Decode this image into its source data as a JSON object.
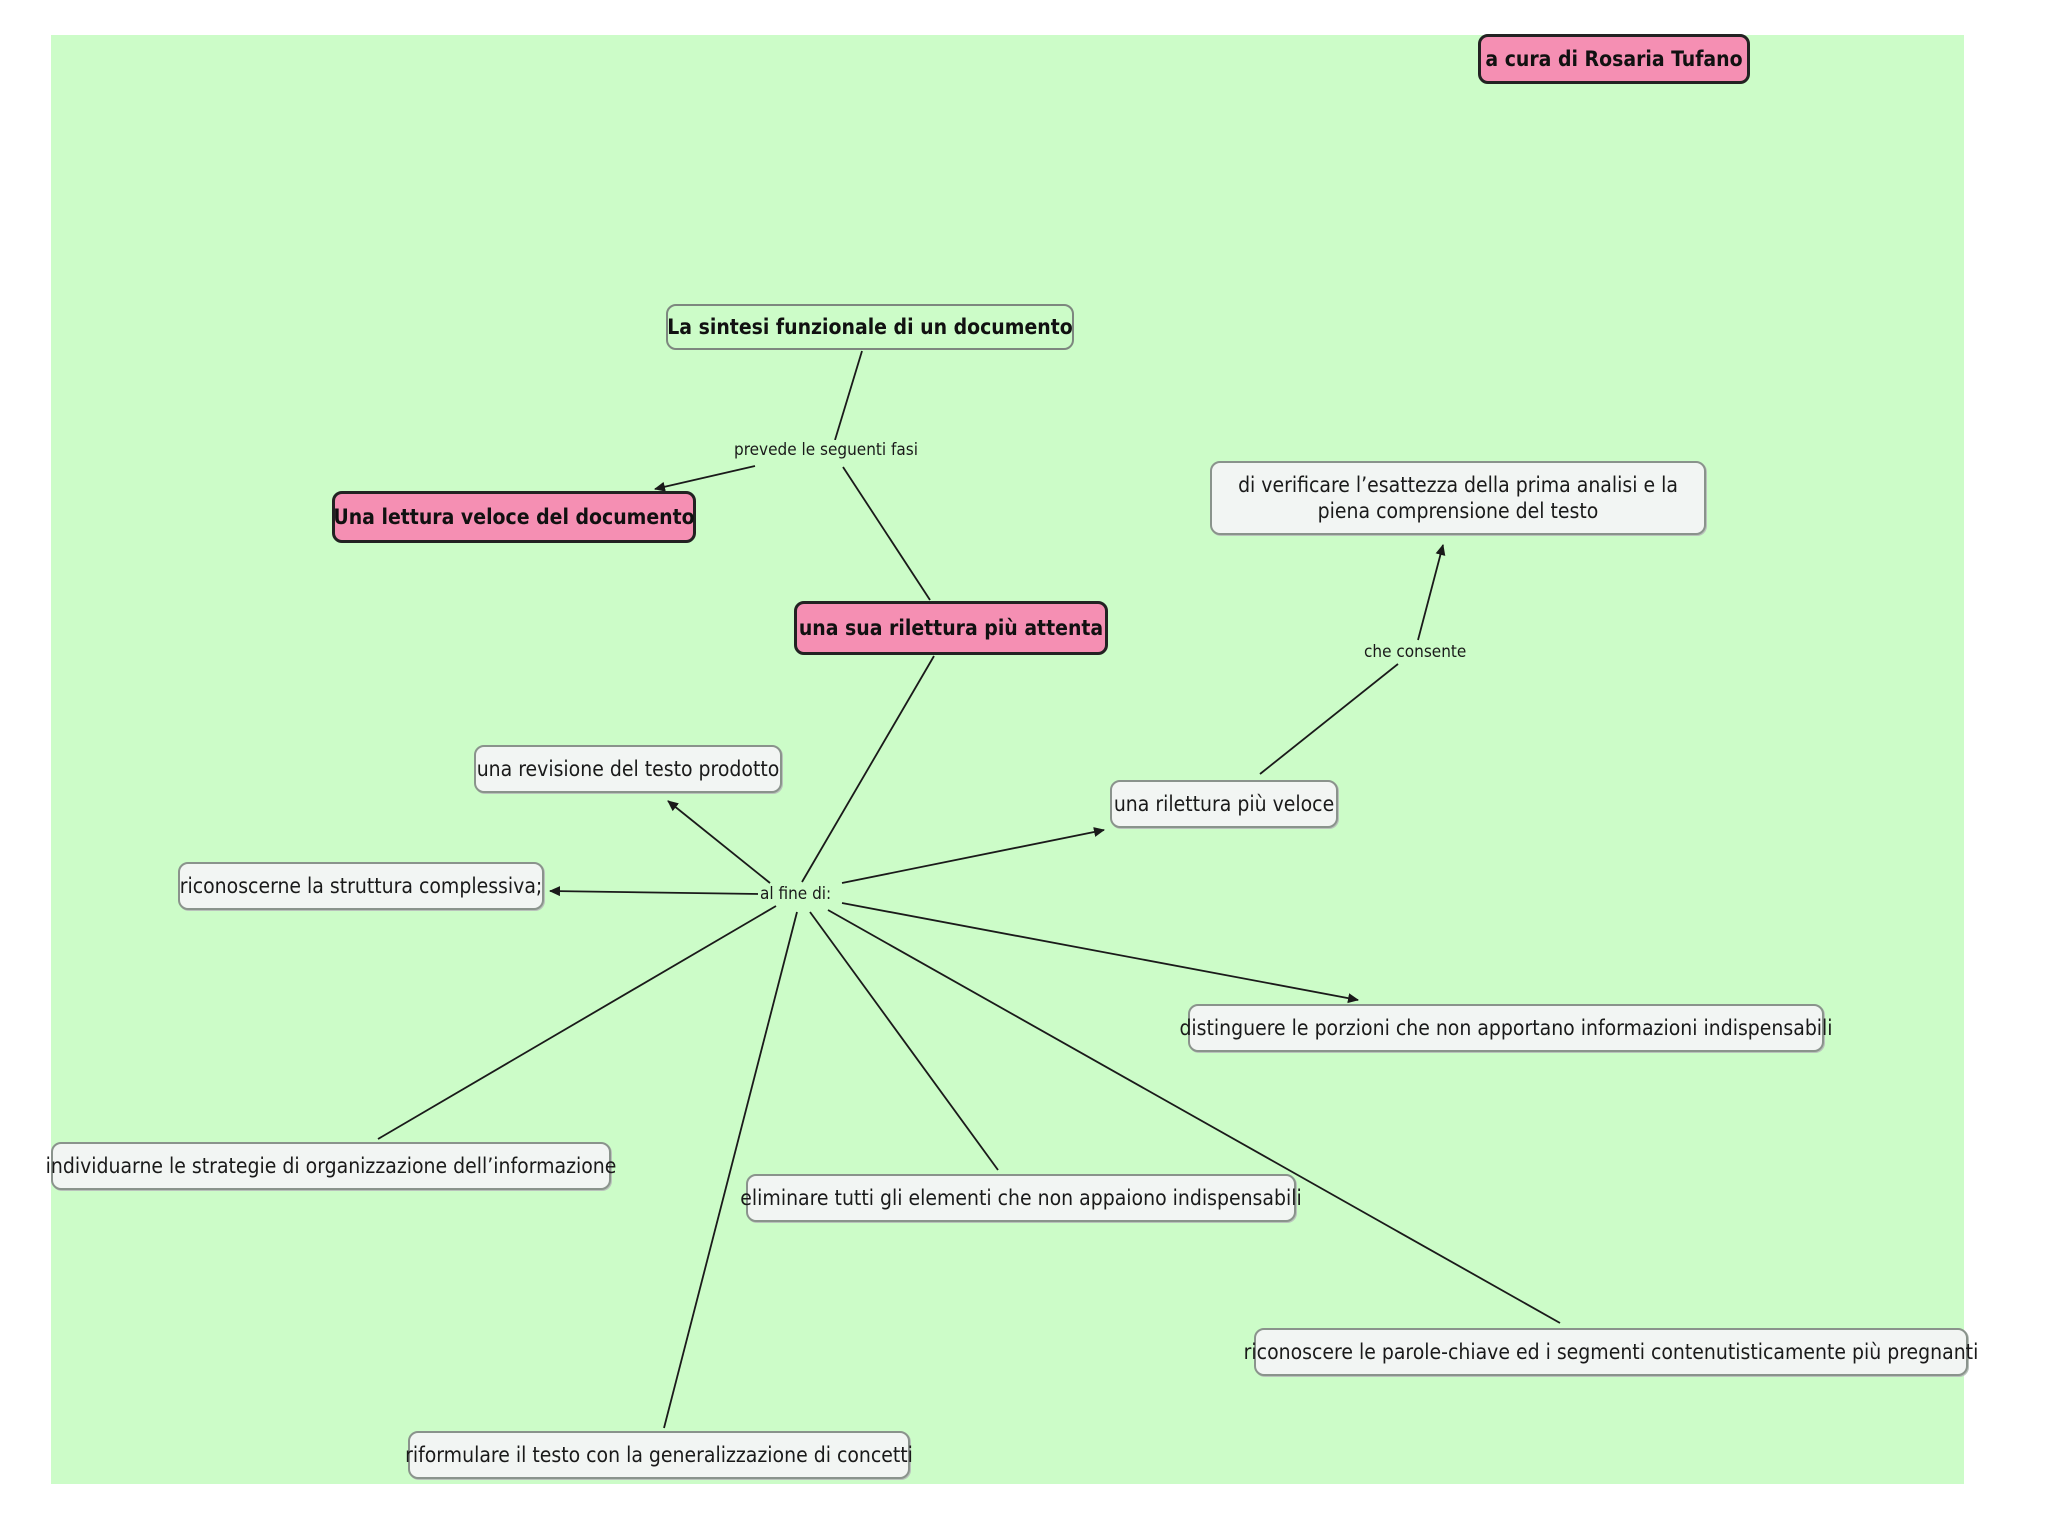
{
  "colors": {
    "background": "#ccfcc8",
    "highlight_node": "#f58fb3",
    "plain_node": "#f2f5f3",
    "edge": "#1a1a1a"
  },
  "diagram": {
    "author": "a cura di Rosaria Tufano",
    "root": "La sintesi funzionale di un documento",
    "link_root": "prevede le seguenti fasi",
    "phase_1": "Una lettura veloce del documento",
    "phase_2": "una sua rilettura più attenta",
    "link_purpose": "al fine di:",
    "purposes": {
      "revisione": "una revisione del testo prodotto",
      "struttura": "riconoscerne la struttura complessiva;",
      "rilettura_veloce": "una rilettura più veloce",
      "distinguere": "distinguere le porzioni che non apportano informazioni indispensabili",
      "strategie": "individuarne le strategie di organizzazione dell’informazione",
      "eliminare": "eliminare tutti gli elementi che non appaiono indispensabili",
      "parole_chiave": "riconoscere le parole-chiave ed i segmenti contenutisticamente più pregnanti",
      "riformulare": "riformulare il testo con la generalizzazione di concetti"
    },
    "link_consente": "che consente",
    "verifica": "di verificare l’esattezza della prima analisi e la piena comprensione del testo"
  }
}
